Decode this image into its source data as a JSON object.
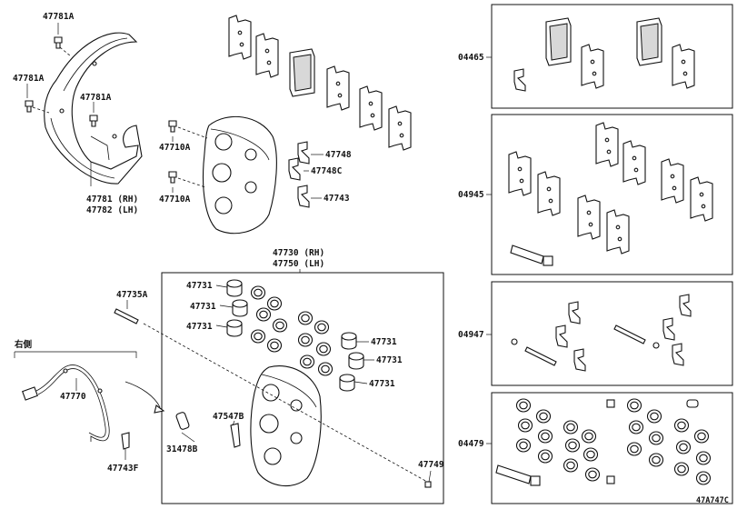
{
  "labels": {
    "p47781A_top": "47781A",
    "p47781A_left": "47781A",
    "p47781A_mid": "47781A",
    "p47781": "47781 (RH)",
    "p47782": "47782 (LH)",
    "p47710A_top": "47710A",
    "p47710A_bot": "47710A",
    "p47748": "47748",
    "p47748C": "47748C",
    "p47743": "47743",
    "p47730": "47730 (RH)",
    "p47750": "47750 (LH)",
    "p47731_1": "47731",
    "p47731_2": "47731",
    "p47731_3": "47731",
    "p47731_4": "47731",
    "p47731_5": "47731",
    "p47731_6": "47731",
    "p47735A": "47735A",
    "side": "右側",
    "p47770": "47770",
    "p47743F": "47743F",
    "p47547B": "47547B",
    "p31478B": "31478B",
    "p47749": "47749",
    "k04465": "04465",
    "k04945": "04945",
    "k04947": "04947",
    "k04479": "04479",
    "code": "47A747C"
  }
}
